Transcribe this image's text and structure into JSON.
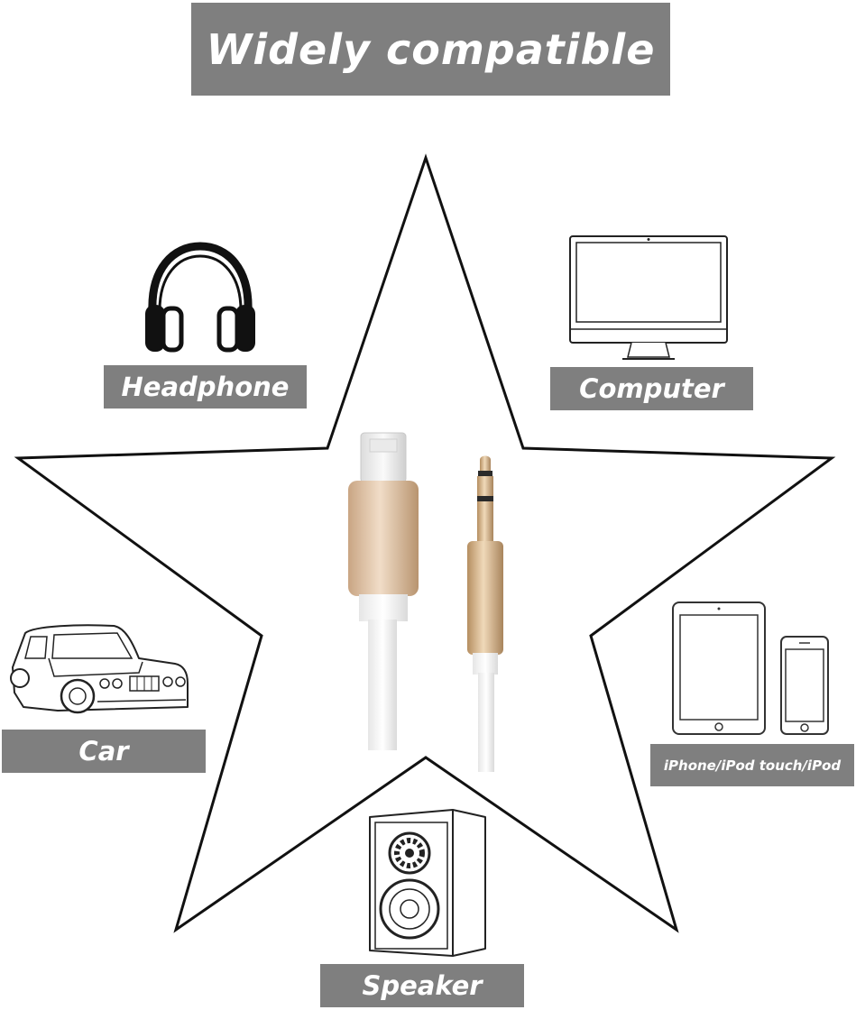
{
  "title": "Widely compatible",
  "labels": {
    "headphone": "Headphone",
    "computer": "Computer",
    "car": "Car",
    "ipad": "iPhone/iPod touch/iPod",
    "speaker": "Speaker"
  },
  "colors": {
    "banner": "#7f7f7f",
    "banner_text": "#ffffff",
    "outline": "#111111",
    "gold": "#d8b89a",
    "cable": "#f2f2f2"
  },
  "icons": [
    "star-outline",
    "headphone-icon",
    "computer-icon",
    "car-icon",
    "tablet-phone-icon",
    "speaker-icon",
    "lightning-connector",
    "aux-jack-connector"
  ]
}
